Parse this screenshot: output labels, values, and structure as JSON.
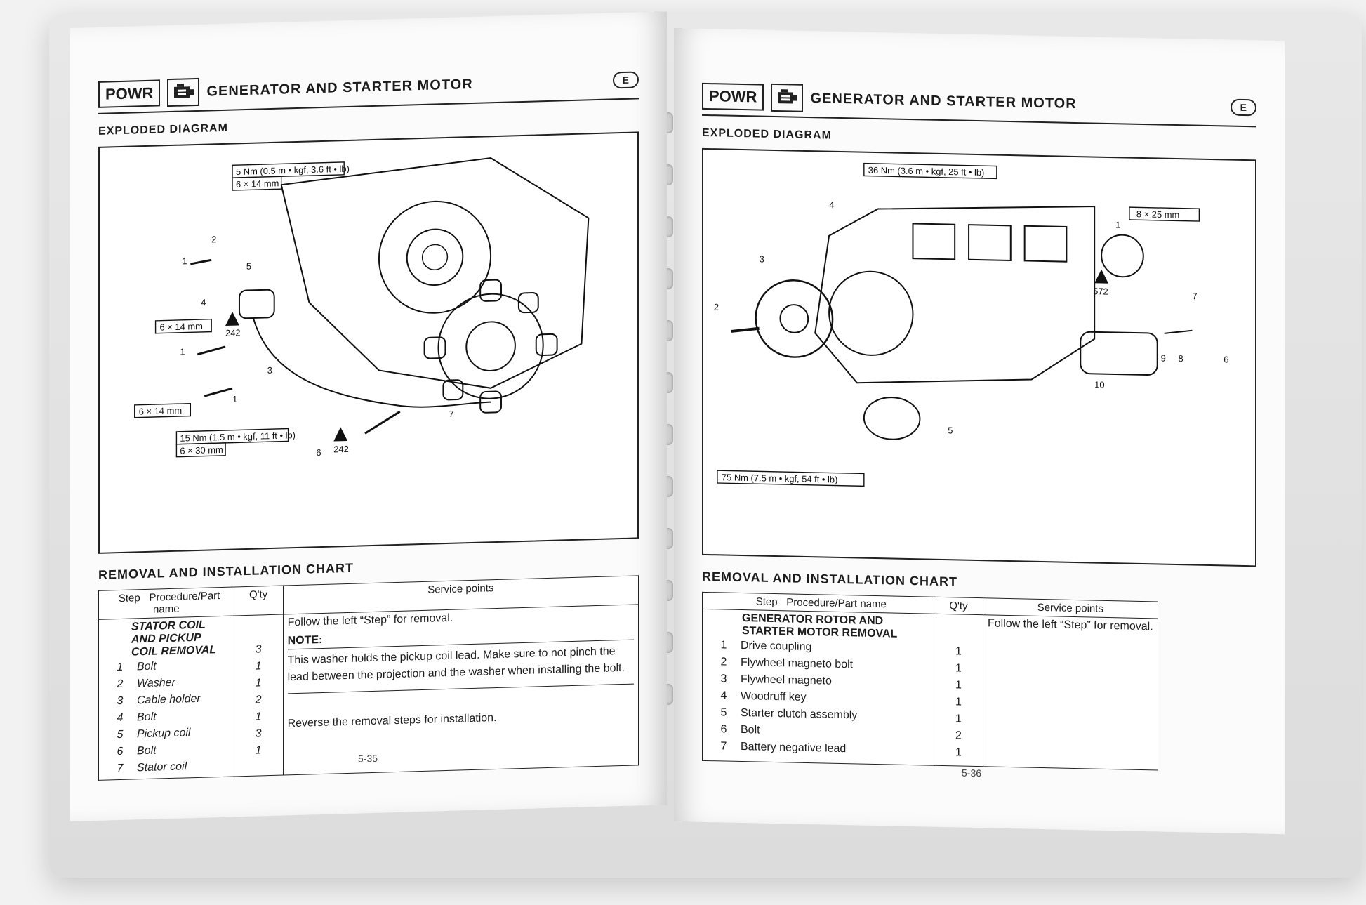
{
  "left_page": {
    "tab_label": "POWR",
    "title": "GENERATOR AND STARTER MOTOR",
    "lang_mark": "E",
    "subhead": "EXPLODED DIAGRAM",
    "torque_labels": [
      "5 Nm (0.5 m • kgf, 3.6 ft • lb)",
      "6 × 14 mm",
      "6 × 14 mm",
      "6 × 14 mm",
      "15 Nm (1.5 m • kgf, 11 ft • lb)",
      "6 × 30 mm"
    ],
    "part_callouts": [
      "1",
      "2",
      "4",
      "5",
      "1",
      "3",
      "1",
      "6",
      "7"
    ],
    "sealant_codes": [
      "242",
      "242"
    ],
    "chart_title": "REMOVAL AND INSTALLATION CHART",
    "headers": {
      "step": "Step",
      "procedure": "Procedure/Part name",
      "qty": "Q'ty",
      "service": "Service points"
    },
    "group_title": "STATOR COIL AND PICKUP COIL REMOVAL",
    "rows": [
      {
        "step": "1",
        "name": "Bolt",
        "qty": "3"
      },
      {
        "step": "2",
        "name": "Washer",
        "qty": "1"
      },
      {
        "step": "3",
        "name": "Cable holder",
        "qty": "1"
      },
      {
        "step": "4",
        "name": "Bolt",
        "qty": "2"
      },
      {
        "step": "5",
        "name": "Pickup coil",
        "qty": "1"
      },
      {
        "step": "6",
        "name": "Bolt",
        "qty": "3"
      },
      {
        "step": "7",
        "name": "Stator coil",
        "qty": "1"
      }
    ],
    "service_first": "Follow the left “Step” for removal.",
    "note_label": "NOTE:",
    "note_text": "This washer holds the pickup coil lead. Make sure to not pinch the lead between the projection and the washer when installing the bolt.",
    "service_last": "Reverse the removal steps for installation.",
    "page_number": "5-35"
  },
  "right_page": {
    "tab_label": "POWR",
    "title": "GENERATOR AND STARTER MOTOR",
    "lang_mark": "E",
    "subhead": "EXPLODED DIAGRAM",
    "torque_labels": [
      "36 Nm (3.6 m • kgf, 25 ft • lb)",
      "8 × 25 mm",
      "75 Nm (7.5 m • kgf, 54 ft • lb)"
    ],
    "part_callouts": [
      "4",
      "1",
      "3",
      "2",
      "7",
      "9",
      "8",
      "6",
      "10",
      "5"
    ],
    "sealant_codes": [
      "572"
    ],
    "chart_title": "REMOVAL AND INSTALLATION CHART",
    "headers": {
      "step": "Step",
      "procedure": "Procedure/Part name",
      "qty": "Q'ty",
      "service": "Service points"
    },
    "group_title": "GENERATOR ROTOR AND STARTER MOTOR REMOVAL",
    "rows": [
      {
        "step": "1",
        "name": "Drive coupling",
        "qty": "1"
      },
      {
        "step": "2",
        "name": "Flywheel magneto bolt",
        "qty": "1"
      },
      {
        "step": "3",
        "name": "Flywheel magneto",
        "qty": "1"
      },
      {
        "step": "4",
        "name": "Woodruff key",
        "qty": "1"
      },
      {
        "step": "5",
        "name": "Starter clutch assembly",
        "qty": "1"
      },
      {
        "step": "6",
        "name": "Bolt",
        "qty": "2"
      },
      {
        "step": "7",
        "name": "Battery negative lead",
        "qty": "1"
      }
    ],
    "service_first": "Follow the left “Step” for removal.",
    "page_number": "5-36"
  }
}
